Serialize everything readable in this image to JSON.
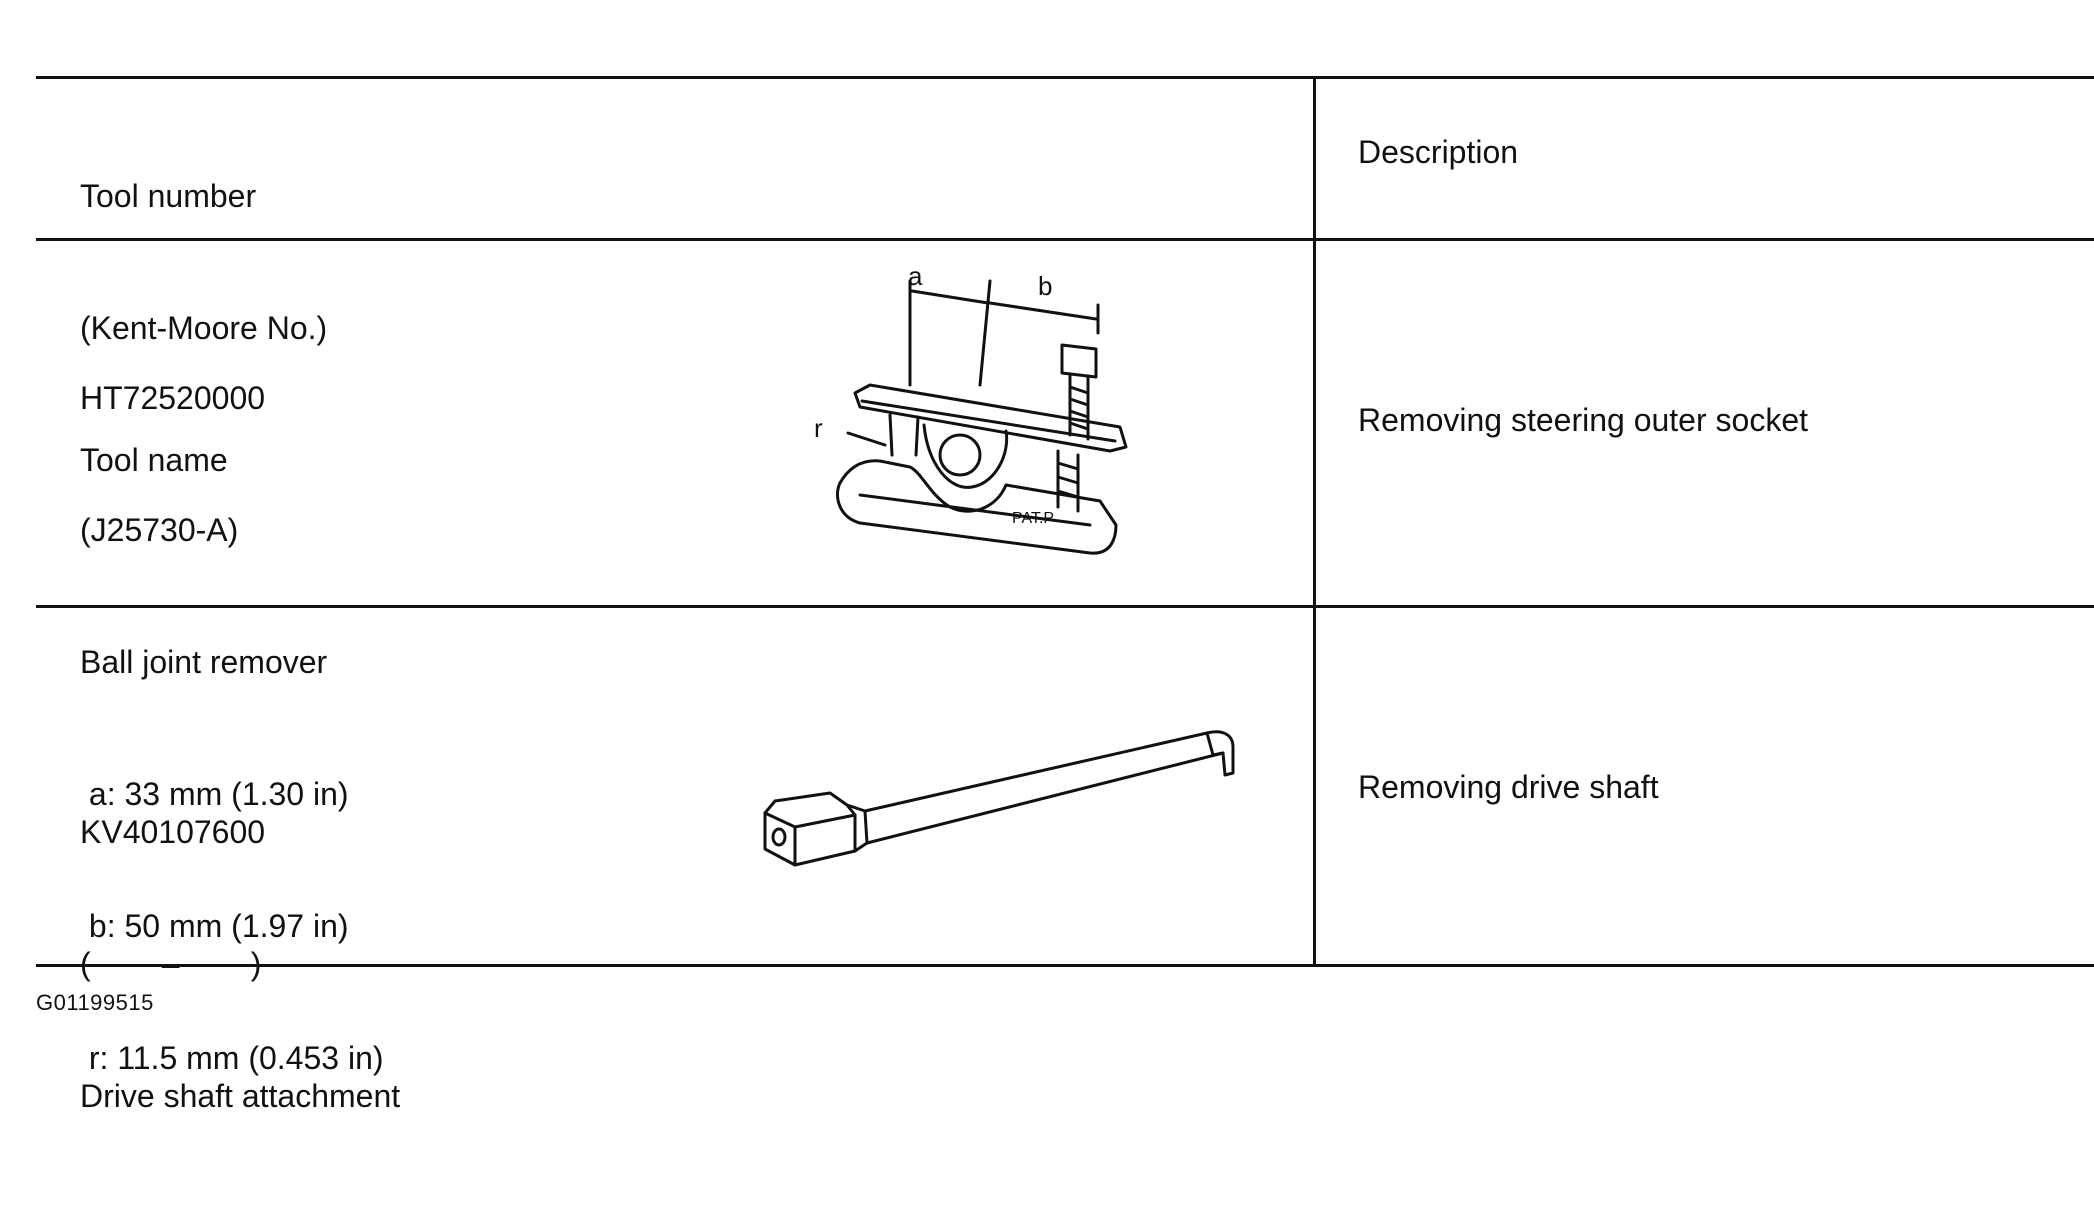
{
  "header": {
    "tool_lines": [
      "Tool number",
      "(Kent-Moore No.)",
      "Tool name"
    ],
    "description": "Description"
  },
  "rows": [
    {
      "tool_lines": [
        "HT72520000",
        "(J25730-A)",
        "Ball joint remover",
        " a: 33 mm (1.30 in)",
        " b: 50 mm (1.97 in)",
        " r: 11.5 mm (0.453 in)"
      ],
      "figure_labels": {
        "a": "a",
        "b": "b",
        "r": "r",
        "stamp": "PAT.P"
      },
      "description": "Removing steering outer socket"
    },
    {
      "tool_lines": [
        "KV40107600",
        "(        –        )",
        "Drive shaft attachment"
      ],
      "description": "Removing drive shaft"
    }
  ],
  "footer": {
    "code": "G01199515"
  },
  "icons": {
    "figure_1": "ball-joint-remover-illustration",
    "figure_2": "drive-shaft-attachment-illustration"
  }
}
